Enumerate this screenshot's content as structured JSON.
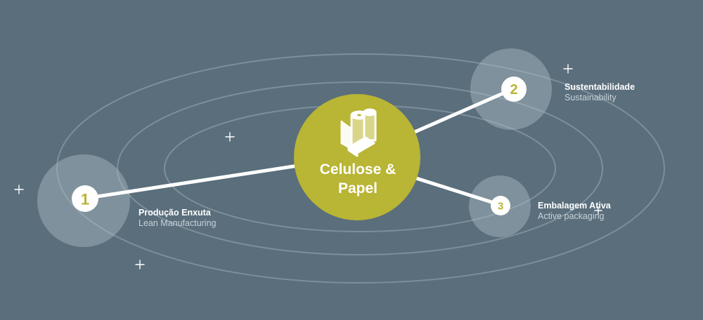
{
  "center": {
    "line1": "Celulose &",
    "line2": "Papel",
    "icon": "paper-roll-icon"
  },
  "nodes": [
    {
      "number": "1",
      "title": "Produção Enxuta",
      "subtitle": "Lean Manufacturing"
    },
    {
      "number": "2",
      "title": "Sustentabilidade",
      "subtitle": "Sustainability"
    },
    {
      "number": "3",
      "title": "Embalagem Ativa",
      "subtitle": "Active packaging"
    }
  ],
  "colors": {
    "background": "#5a6e7c",
    "accent": "#b9b535",
    "halo": "#8a9aa6",
    "line": "#ffffff"
  }
}
